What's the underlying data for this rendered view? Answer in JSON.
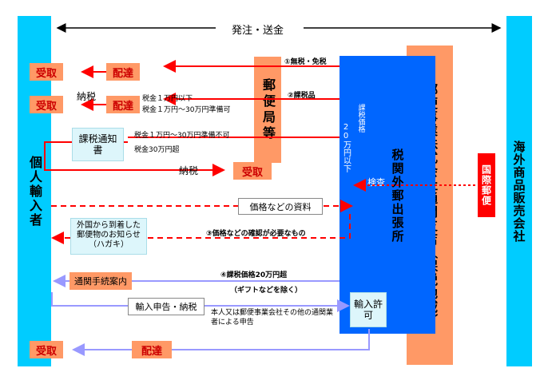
{
  "header": {
    "flow_label": "発注・送金"
  },
  "left_bar": {
    "label": "個人輸入者"
  },
  "right_bar": {
    "label": "海外商品販売会社"
  },
  "post_office": {
    "label": "郵便局等"
  },
  "customs": {
    "label": "税関外郵出張所",
    "taxable_price_label": "課税価格",
    "under_200k_label": "20万円以下",
    "inspection_label": "検査"
  },
  "japan_post": {
    "label": "郵便事業株式会社通関支店（保税地域）"
  },
  "intl_mail": {
    "label": "国際郵便"
  },
  "receive_label": "受取",
  "delivery_label": "配達",
  "payment_label": "納税",
  "routes": {
    "r1": "①無税・免税",
    "r2": "②課税品",
    "r2_note1": "税金１万円以下",
    "r2_note2": "税金１万円〜30万円準備可",
    "r2_note3": "税金１万円〜30万円準備不可",
    "r2_note4": "税金30万円超",
    "r3": "③価格などの確認が必要なもの",
    "r4": "④課税価格20万円超",
    "r4_sub": "（ギフトなどを除く）"
  },
  "docs": {
    "tax_notice": "課税通知書",
    "price_docs": "価格などの資料",
    "postcard": "外国から到着した郵便物のお知らせ（ハガキ）",
    "customs_guide": "通関手続案内",
    "import_decl": "輸入申告・納税",
    "agent_note": "本人又は郵便事業会社その他の通関業者による申告",
    "import_permit": "輸入許可"
  },
  "colors": {
    "red": "#ff0000",
    "blue": "#0066ff",
    "orange": "#ff9966",
    "cyan": "#00ccff",
    "purple": "#9999ff",
    "pale": "#ddf6fb"
  }
}
